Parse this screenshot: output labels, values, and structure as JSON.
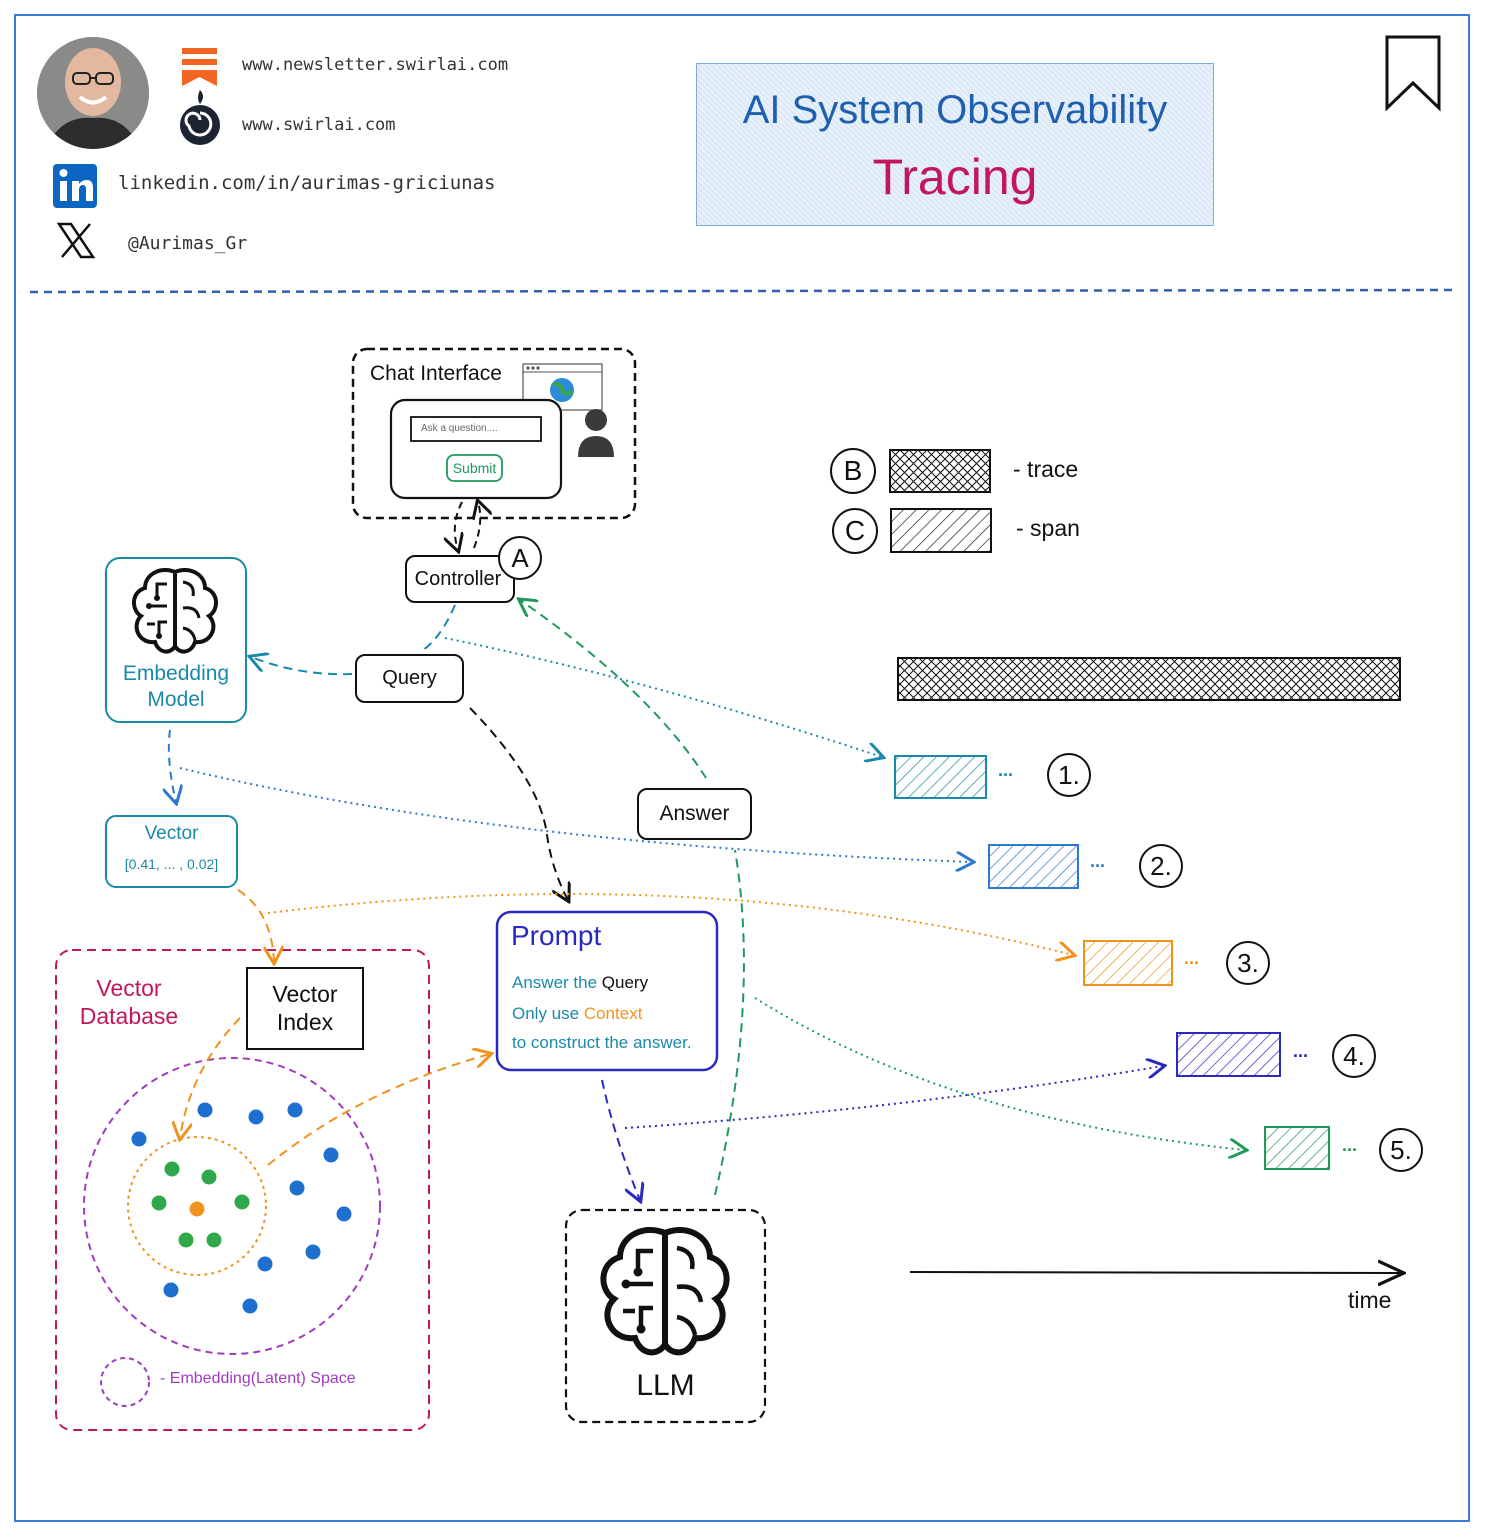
{
  "header": {
    "newsletter_url": "www.newsletter.swirlai.com",
    "site_url": "www.swirlai.com",
    "linkedin_url": "linkedin.com/in/aurimas-griciunas",
    "x_handle": "@Aurimas_Gr",
    "title_line1": "AI System Observability",
    "title_line2": "Tracing"
  },
  "diagram": {
    "chat_interface_label": "Chat Interface",
    "ask_placeholder": "Ask a question....",
    "submit_label": "Submit",
    "controller_label": "Controller",
    "marker_a": "A",
    "query_label": "Query",
    "answer_label": "Answer",
    "embedding_model_label": "Embedding Model",
    "vector_label": "Vector",
    "vector_values": "[0.41, ... , 0.02]",
    "vector_database_label": "Vector Database",
    "vector_index_label": "Vector Index",
    "latent_space_label": "- Embedding(Latent) Space",
    "prompt_title": "Prompt",
    "prompt_line1_a": "Answer the",
    "prompt_line1_b": "Query",
    "prompt_line2_a": "Only use",
    "prompt_line2_b": "Context",
    "prompt_line3": "to construct the answer.",
    "llm_label": "LLM"
  },
  "legend": {
    "marker_b": "B",
    "trace_label": "- trace",
    "marker_c": "C",
    "span_label": "- span"
  },
  "timeline": {
    "spans": [
      {
        "label": "1.",
        "ellipsis": "...",
        "color": "#1a8aa8"
      },
      {
        "label": "2.",
        "ellipsis": "...",
        "color": "#2f78d0"
      },
      {
        "label": "3.",
        "ellipsis": "...",
        "color": "#f0931e"
      },
      {
        "label": "4.",
        "ellipsis": "...",
        "color": "#2a2ac0"
      },
      {
        "label": "5.",
        "ellipsis": "...",
        "color": "#1f9a5a"
      }
    ],
    "time_label": "time"
  },
  "colors": {
    "teal": "#1a8aa8",
    "blue": "#2f78d0",
    "orange": "#f0931e",
    "indigo": "#2a2ac0",
    "green": "#1f9a5a",
    "crimson": "#c2185b",
    "purple": "#a03cc0"
  }
}
